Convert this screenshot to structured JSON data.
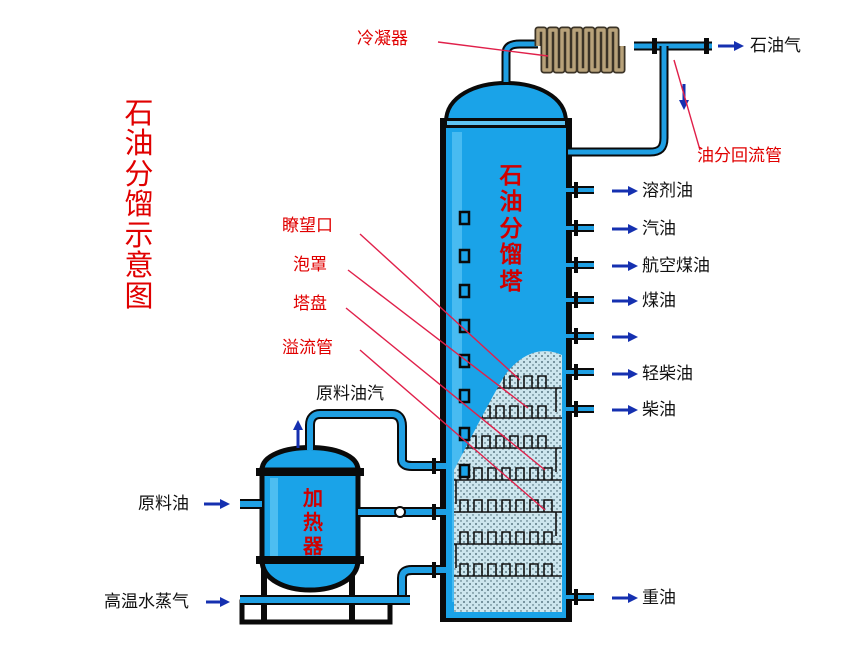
{
  "title": "石油分馏示意图",
  "tower_label": "石油分馏塔",
  "heater_label": "加热器",
  "components": {
    "condenser": "冷凝器",
    "reflux_pipe": "油分回流管",
    "sight_glass": "瞭望口",
    "bubble_cap": "泡罩",
    "tray": "塔盘",
    "downcomer": "溢流管"
  },
  "inputs": {
    "crude_oil": "原料油",
    "crude_vapor": "原料油汽",
    "steam": "高温水蒸气"
  },
  "products": {
    "gas": "石油气",
    "solvent": "溶剂油",
    "gasoline": "汽油",
    "jet_fuel": "航空煤油",
    "kerosene": "煤油",
    "light_diesel": "轻柴油",
    "diesel": "柴油",
    "heavy_oil": "重油"
  },
  "colors": {
    "tower_fill": "#1aa3e8",
    "pipe": "#1f9fe3",
    "label_red": "#e00000",
    "arrow_blue": "#1530b0",
    "condenser": "#b8a27a"
  }
}
